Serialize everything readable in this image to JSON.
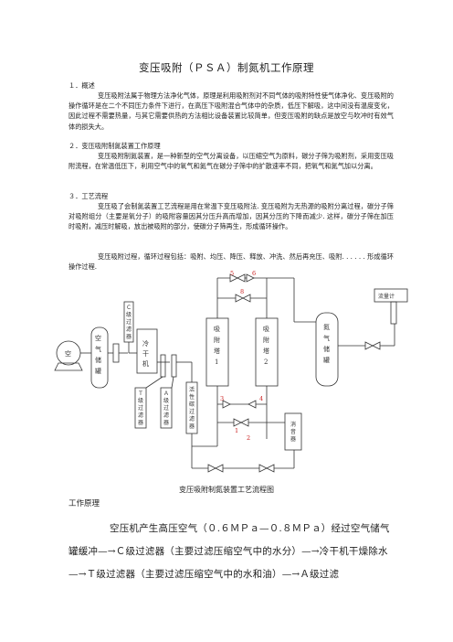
{
  "doc": {
    "title": "变压吸附（ＰＳＡ）制氮机工作原理",
    "s1_heading": "１．概述",
    "s1_para": "变压吸附法属于物理方法净化气体，原理是利用吸附剂对不同气体的吸附特性使气体净化、变压吸附的操作循环是在二个不同压力条件下进行，在高压下吸附混合气体中的杂质，低压下解吸，这中间没有温度变化，因此过程不需要热量，与其它需要供热的方法相比设备装置比较简单，但变压吸附的缺点是放空与吹冲时有效气体的损失大。",
    "s2_heading": "２．变压吸附制氮装置工作原理",
    "s2_para": "变压吸附制氮装置，是一种新型的空气分离设备，以压缩空气为原料，碳分子筛为吸附剂，采用变压吸附流程，在常温低压下，利用空气中的氧气和氮气在碳分子筛中的扩散速率不同，把氧气和氮气加以分离。",
    "s3_heading": "３．工艺流程",
    "s3_para1": "变压吸了会制氮装置工艺流程是用在常温下变压吸附法. 变压吸附为无热源的吸附分离过程，碳分子筛对吸附组分（主要是氧分子）的吸附容量因其分压升高而增加，因其分压的下降而减少. 这样，碳分子筛在加压时吸附，减压时解吸，放出被吸附的部分，使碳分子筛再生，形成循环操作。",
    "s3_para2": "变压吸附过程，循环过程包括：吸附、均压、降压、释放、冲洗、然后再充压、吸附. . . . . . 形成循环操作过程.",
    "caption": "变压吸附制氮装置工艺流程图",
    "work_principle": "工作原理",
    "big_para": "空压机产生高压空气（０.６ＭＰａ—０.８ＭＰａ）经过空气储气罐缓冲—→Ｃ级过滤器（主要过滤压缩空气中的水分）—→冷干机干燥除水—→Ｔ级过滤器（主要过滤压缩空气中的水和油）—→Ａ级过滤"
  },
  "diagram": {
    "compressor": "空",
    "air_tank": "空气储罐",
    "c_filter": "Ｃ级过滤器",
    "dryer": "冷干机",
    "t_filter": "Ｔ级过滤器",
    "a_filter": "Ａ级过滤器",
    "carbon_filter": "活性碳过滤器",
    "tower1": "吸附塔１",
    "tower2": "吸附塔２",
    "n2_tank": "氮气储罐",
    "muffler": "消音器",
    "flowmeter": "流量计",
    "valve_labels": [
      "5",
      "6",
      "8",
      "3",
      "4",
      "1",
      "2"
    ],
    "colors": {
      "line": "#333333",
      "valve_num": "#cc2222"
    }
  }
}
